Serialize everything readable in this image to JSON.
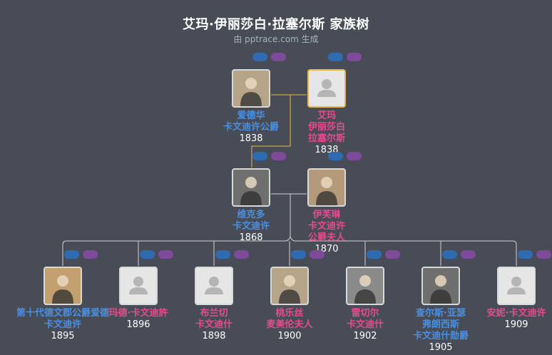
{
  "title": "艾玛·伊丽莎白·拉塞尔斯 家族树",
  "subtitle": "由 pptrace.com 生成",
  "colors": {
    "male": "#4a90e2",
    "female": "#e54b8e",
    "selected_border": "#e8b84a",
    "line": "#d0d0d0"
  },
  "grandparents": [
    {
      "name_lines": [
        "爱德华",
        "卡文迪许公爵"
      ],
      "year": "1838",
      "gender": "m",
      "photo": "portrait"
    },
    {
      "name_lines": [
        "艾玛",
        "伊丽莎白",
        "拉塞尔斯"
      ],
      "year": "1838",
      "gender": "f",
      "photo": "placeholder",
      "selected": true
    }
  ],
  "parents": [
    {
      "name_lines": [
        "维克多",
        "卡文迪许"
      ],
      "year": "1868",
      "gender": "m",
      "photo": "portrait"
    },
    {
      "name_lines": [
        "伊芙琳",
        "卡文迪许",
        "公爵夫人"
      ],
      "year": "1870",
      "gender": "f",
      "photo": "portrait"
    }
  ],
  "children": [
    {
      "name_lines": [
        "第十代德文郡公爵爱德",
        "卡文迪许"
      ],
      "year": "1895",
      "gender": "m",
      "photo": "portrait"
    },
    {
      "name_lines": [
        "玛德·卡文迪許"
      ],
      "year": "1896",
      "gender": "f",
      "photo": "placeholder"
    },
    {
      "name_lines": [
        "布兰切",
        "卡文迪什"
      ],
      "year": "1898",
      "gender": "f",
      "photo": "placeholder"
    },
    {
      "name_lines": [
        "桃乐丝",
        "麦美伦夫人"
      ],
      "year": "1900",
      "gender": "f",
      "photo": "portrait"
    },
    {
      "name_lines": [
        "雷切尔",
        "卡文迪什"
      ],
      "year": "1902",
      "gender": "f",
      "photo": "portrait"
    },
    {
      "name_lines": [
        "查尔斯·亚瑟",
        "弗朗西斯",
        "卡文迪什勋爵"
      ],
      "year": "1905",
      "gender": "m",
      "photo": "portrait"
    },
    {
      "name_lines": [
        "安妮·卡文迪许"
      ],
      "year": "1909",
      "gender": "f",
      "photo": "placeholder"
    }
  ]
}
